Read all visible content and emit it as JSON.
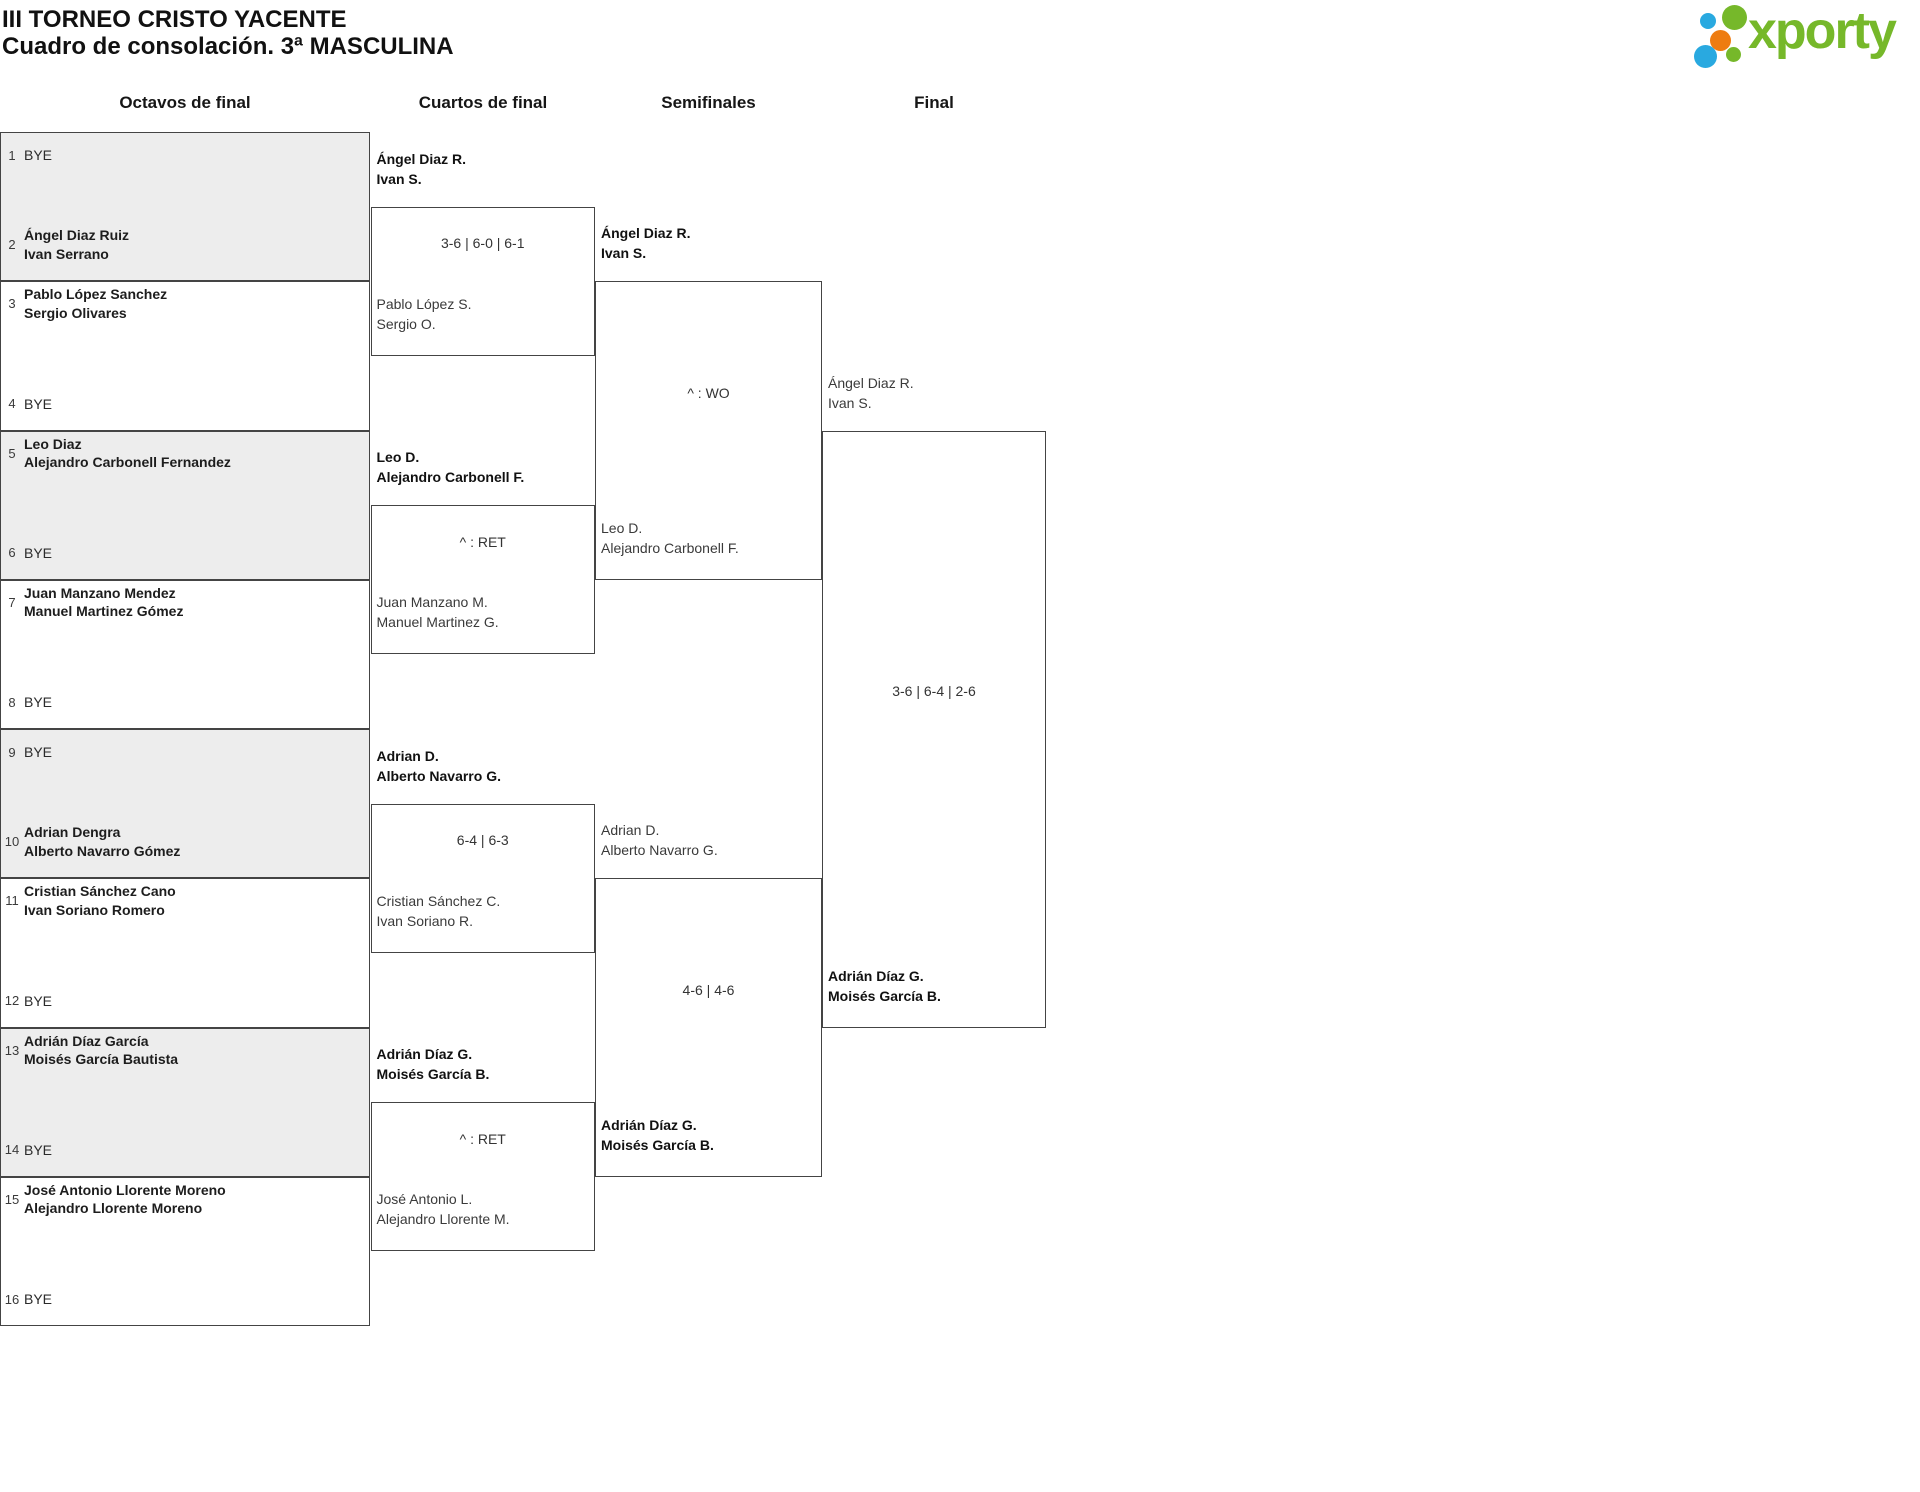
{
  "title": "III TORNEO CRISTO YACENTE",
  "subtitle": "Cuadro de consolación. 3ª MASCULINA",
  "logo": {
    "brand": "xporty"
  },
  "colors": {
    "brand_green": "#76b82a",
    "brand_blue": "#29a9e0",
    "brand_orange": "#ee7c10",
    "shaded_box": "#ededed",
    "border": "#444444"
  },
  "round_headers": [
    "Octavos de final",
    "Cuartos de final",
    "Semifinales",
    "Final"
  ],
  "first_round": [
    {
      "shaded": true,
      "slots": [
        {
          "seed": "1",
          "bye": true,
          "team": [
            "BYE"
          ]
        },
        {
          "seed": "2",
          "bye": false,
          "team": [
            "Ángel Diaz Ruiz",
            "Ivan Serrano"
          ]
        }
      ]
    },
    {
      "shaded": false,
      "slots": [
        {
          "seed": "3",
          "bye": false,
          "team": [
            "Pablo López Sanchez",
            "Sergio Olivares"
          ]
        },
        {
          "seed": "4",
          "bye": true,
          "team": [
            "BYE"
          ]
        }
      ]
    },
    {
      "shaded": true,
      "slots": [
        {
          "seed": "5",
          "bye": false,
          "team": [
            "Leo Diaz",
            "Alejandro Carbonell Fernandez"
          ]
        },
        {
          "seed": "6",
          "bye": true,
          "team": [
            "BYE"
          ]
        }
      ]
    },
    {
      "shaded": false,
      "slots": [
        {
          "seed": "7",
          "bye": false,
          "team": [
            "Juan Manzano Mendez",
            "Manuel Martinez Gómez"
          ]
        },
        {
          "seed": "8",
          "bye": true,
          "team": [
            "BYE"
          ]
        }
      ]
    },
    {
      "shaded": true,
      "slots": [
        {
          "seed": "9",
          "bye": true,
          "team": [
            "BYE"
          ]
        },
        {
          "seed": "10",
          "bye": false,
          "team": [
            "Adrian Dengra",
            "Alberto Navarro Gómez"
          ]
        }
      ]
    },
    {
      "shaded": false,
      "slots": [
        {
          "seed": "11",
          "bye": false,
          "team": [
            "Cristian Sánchez Cano",
            "Ivan Soriano Romero"
          ]
        },
        {
          "seed": "12",
          "bye": true,
          "team": [
            "BYE"
          ]
        }
      ]
    },
    {
      "shaded": true,
      "slots": [
        {
          "seed": "13",
          "bye": false,
          "team": [
            "Adrián Díaz García",
            "Moisés García Bautista"
          ]
        },
        {
          "seed": "14",
          "bye": true,
          "team": [
            "BYE"
          ]
        }
      ]
    },
    {
      "shaded": false,
      "slots": [
        {
          "seed": "15",
          "bye": false,
          "team": [
            "José Antonio Llorente Moreno",
            "Alejandro Llorente Moreno"
          ]
        },
        {
          "seed": "16",
          "bye": true,
          "team": [
            "BYE"
          ]
        }
      ]
    }
  ],
  "matches": {
    "cuartos": [
      {
        "top": [
          "Ángel Diaz R.",
          "Ivan S."
        ],
        "score": "3-6 | 6-0 | 6-1",
        "bottom": [
          "Pablo López S.",
          "Sergio O."
        ],
        "winner": "top"
      },
      {
        "top": [
          "Leo D.",
          "Alejandro Carbonell F."
        ],
        "score": "^ : RET",
        "bottom": [
          "Juan Manzano M.",
          "Manuel Martinez G."
        ],
        "winner": "top"
      },
      {
        "top": [
          "Adrian D.",
          "Alberto Navarro G."
        ],
        "score": "6-4 | 6-3",
        "bottom": [
          "Cristian Sánchez C.",
          "Ivan Soriano R."
        ],
        "winner": "top"
      },
      {
        "top": [
          "Adrián Díaz G.",
          "Moisés García B."
        ],
        "score": "^ : RET",
        "bottom": [
          "José Antonio L.",
          "Alejandro Llorente M."
        ],
        "winner": "top"
      }
    ],
    "semifinales": [
      {
        "top": [
          "Ángel Diaz R.",
          "Ivan S."
        ],
        "score": "^ : WO",
        "bottom": [
          "Leo D.",
          "Alejandro Carbonell F."
        ],
        "winner": "top"
      },
      {
        "top": [
          "Adrian D.",
          "Alberto Navarro G."
        ],
        "score": "4-6 | 4-6",
        "bottom": [
          "Adrián Díaz G.",
          "Moisés García B."
        ],
        "winner": "bottom"
      }
    ],
    "final": [
      {
        "top": [
          "Ángel Diaz R.",
          "Ivan S."
        ],
        "score": "3-6 | 6-4 | 2-6",
        "bottom": [
          "Adrián Díaz G.",
          "Moisés García B."
        ],
        "winner": "bottom"
      }
    ]
  }
}
